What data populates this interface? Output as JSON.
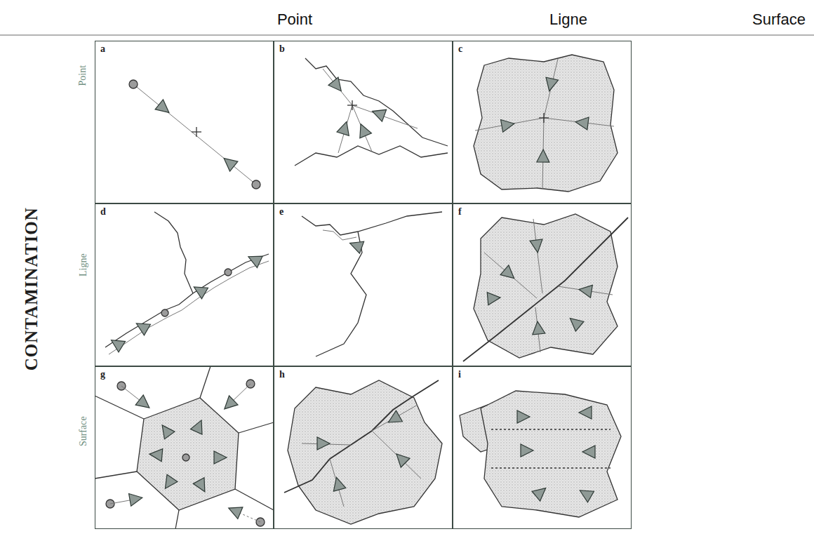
{
  "diagram": {
    "nodes": [
      {
        "text": [
          "a"
        ]
      },
      {
        "text": [
          "b"
        ]
      },
      {
        "text": [
          "c"
        ]
      },
      {
        "text": [
          "d"
        ]
      },
      {
        "text": [
          "e"
        ]
      },
      {
        "text": [
          "f"
        ]
      },
      {
        "text": [
          "g"
        ]
      },
      {
        "text": [
          "h"
        ]
      },
      {
        "text": [
          "i"
        ]
      }
    ],
    "labels": [
      "Point",
      "Ligne",
      "Surface",
      "CONTAMINATION",
      "Point",
      "Ligne",
      "Surface"
    ]
  }
}
